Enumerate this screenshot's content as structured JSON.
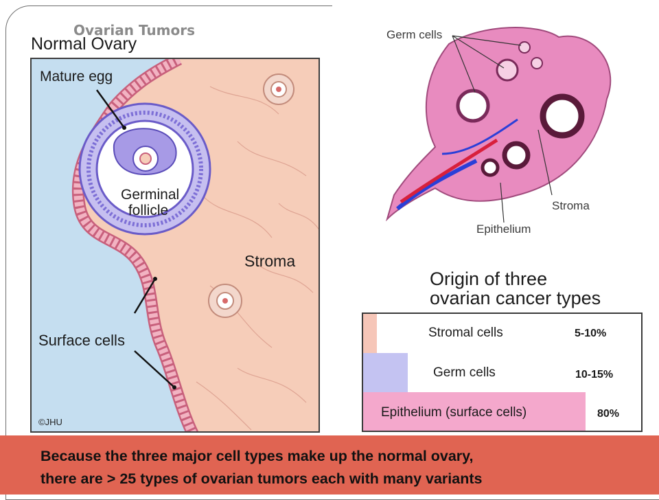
{
  "slide": {
    "title": "Ovarian Tumors",
    "caption_line1": "Because the three major cell types make up the normal ovary,",
    "caption_line2": "there are > 25 types of ovarian tumors each with many variants"
  },
  "normal_ovary": {
    "title": "Normal Ovary",
    "labels": {
      "mature_egg": "Mature egg",
      "germinal_follicle_1": "Germinal",
      "germinal_follicle_2": "follicle",
      "stroma": "Stroma",
      "surface_cells": "Surface cells"
    },
    "copyright": "©JHU"
  },
  "ovary_section": {
    "labels": {
      "germ_cells": "Germ cells",
      "stroma": "Stroma",
      "epithelium": "Epithelium"
    }
  },
  "origin": {
    "title_line1": "Origin of three",
    "title_line2": "ovarian cancer types",
    "rows": [
      {
        "label": "Stromal cells",
        "percent": "5-10%",
        "color": "#f6c6b8",
        "bar_fraction": 0.05
      },
      {
        "label": "Germ cells",
        "percent": "10-15%",
        "color": "#c4c3f2",
        "bar_fraction": 0.16
      },
      {
        "label": "Epithelium (surface cells)",
        "percent": "80%",
        "color": "#f4a8cc",
        "bar_fraction": 0.8
      }
    ]
  },
  "colors": {
    "caption_band": "#e06452",
    "stroma_pink": "#f6cdb9",
    "background_blue": "#c5def0"
  }
}
